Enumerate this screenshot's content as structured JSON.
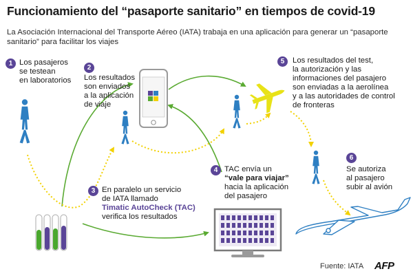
{
  "title": "Funcionamiento del “pasaporte sanitario” en tiempos de covid-19",
  "subtitle": "La Asociación Internacional del Transporte Aéreo (IATA) trabaja en una aplicación para generar un “pasaporte sanitario” para facilitar los viajes",
  "steps": [
    {
      "num": "1",
      "lines": [
        "Los pasajeros",
        "se testean",
        "en laboratorios"
      ]
    },
    {
      "num": "2",
      "lines": [
        "Los resultados",
        "son enviados",
        "a la aplicación",
        "de viaje"
      ]
    },
    {
      "num": "3",
      "lines": [
        "En paralelo un servicio",
        "de IATA llamado"
      ],
      "highlight": "Timatic AutoCheck (TAC)",
      "last": "verifica los resultados"
    },
    {
      "num": "4",
      "line1": "TAC envía un",
      "highlight": "“vale para viajar”",
      "lines": [
        "hacia la aplicación",
        "del pasajero"
      ]
    },
    {
      "num": "5",
      "lines": [
        "Los resultados del test,",
        "la autorización y las",
        "informaciones del pasajero",
        "son enviadas a la aerolínea",
        "y a las autoridades de control",
        "de fronteras"
      ]
    },
    {
      "num": "6",
      "lines": [
        "Se autoriza",
        "al pasajero",
        "subir al avión"
      ]
    }
  ],
  "source": "Fuente: IATA",
  "logo": "AFP",
  "colors": {
    "badge": "#5a4597",
    "person": "#2e7fc2",
    "plane_icon": "#e8e217",
    "arrow_green": "#5aaa32",
    "arrow_yellow": "#f2d100",
    "tube_green": "#4aa82e",
    "tube_purple": "#5a4597"
  }
}
